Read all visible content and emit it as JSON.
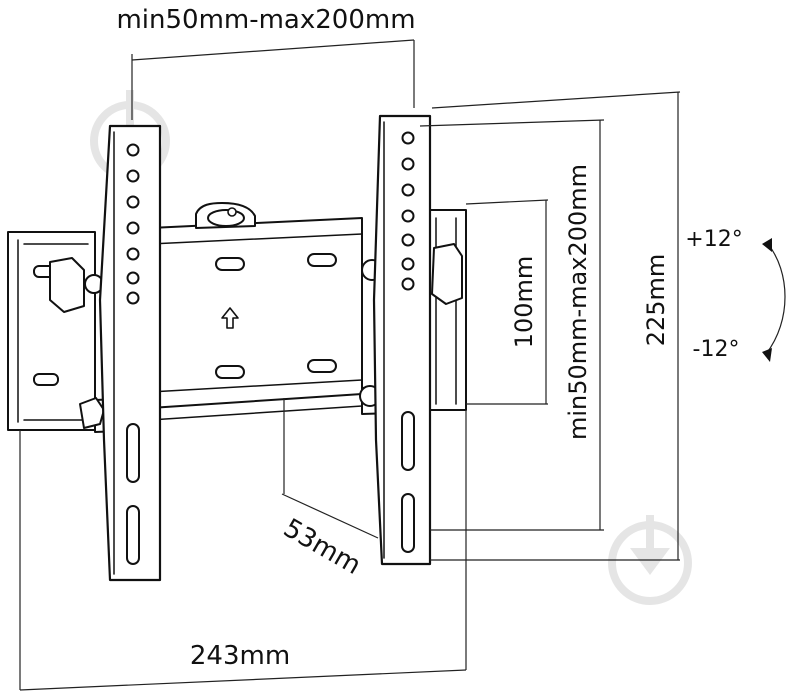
{
  "labels": {
    "vesa_horizontal": "min50mm-max200mm",
    "vesa_vertical": "min50mm-max200mm",
    "inner_height": "100mm",
    "total_height": "225mm",
    "width": "243mm",
    "depth": "53mm",
    "tilt_up": "+12°",
    "tilt_down": "-12°"
  },
  "tilt_range_degrees": {
    "up": 12,
    "down": -12
  },
  "watermark_icon": "download-arrow-icon"
}
